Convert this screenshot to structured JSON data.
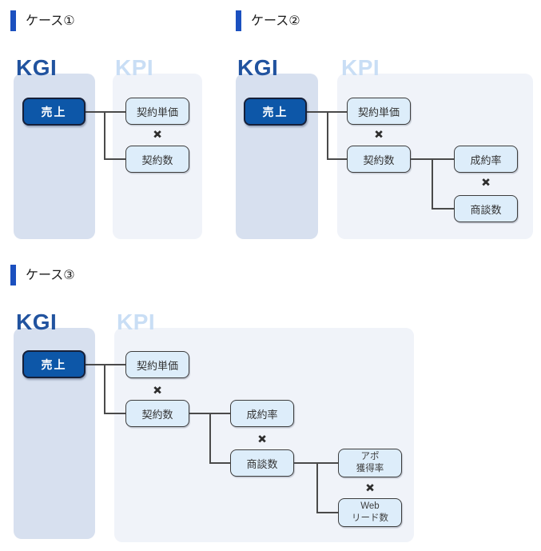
{
  "diagram": {
    "type": "kgi-kpi-tree",
    "multiply_symbol": "×"
  },
  "colors": {
    "accent_bar_blue": "#1b50bf",
    "kgi_panel": "#d7e0ef",
    "kpi_panel": "#f0f3f9",
    "kgi_node_fill": "#0d57a8",
    "kgi_node_border": "#162039",
    "kpi_node_fill": "#ddedfa",
    "kpi_node_border": "#3d3d3d",
    "kgi_label_text": "#21539f",
    "kpi_label_text": "#c9def5",
    "connector_line": "#4a4a4a",
    "title_text": "#1a1a1a"
  },
  "cases": [
    {
      "title": "ケース①",
      "kgi_label": "KGI",
      "kpi_label": "KPI",
      "nodes": {
        "sales": "売上",
        "contract_unit_price": "契約単価",
        "contract_count": "契約数"
      }
    },
    {
      "title": "ケース②",
      "kgi_label": "KGI",
      "kpi_label": "KPI",
      "nodes": {
        "sales": "売上",
        "contract_unit_price": "契約単価",
        "contract_count": "契約数",
        "close_rate": "成約率",
        "deal_count": "商談数"
      }
    },
    {
      "title": "ケース③",
      "kgi_label": "KGI",
      "kpi_label": "KPI",
      "nodes": {
        "sales": "売上",
        "contract_unit_price": "契約単価",
        "contract_count": "契約数",
        "close_rate": "成約率",
        "deal_count": "商談数",
        "appointment_rate": "アポ\n獲得率",
        "web_lead_count": "Web\nリード数"
      }
    }
  ]
}
